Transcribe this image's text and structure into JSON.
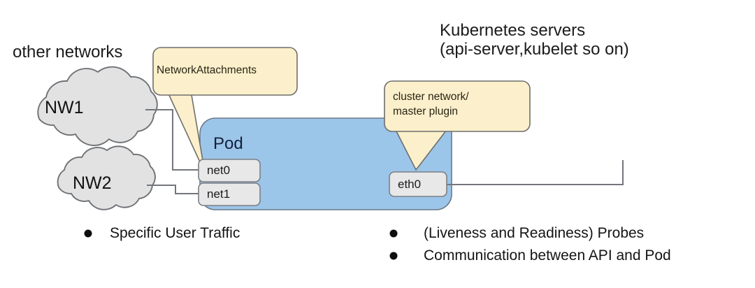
{
  "diagram": {
    "title_block": {
      "line1": "Kubernetes servers",
      "line2": "(api-server,kubelet so on)"
    },
    "left_label": "other networks",
    "clouds": [
      {
        "name": "NW1"
      },
      {
        "name": "NW2"
      }
    ],
    "callouts": [
      {
        "name": "network-attachments",
        "text": "NetworkAttachments",
        "fill": "#fbf0cb",
        "stroke": "#6e6e6e"
      },
      {
        "name": "cluster-network",
        "line1": "cluster network/",
        "line2": "master plugin",
        "fill": "#fbf0cb",
        "stroke": "#6e6e6e"
      }
    ],
    "pod": {
      "label": "Pod",
      "fill": "#9cc5ea",
      "stroke": "#6d7b88",
      "interfaces": [
        {
          "label": "net0"
        },
        {
          "label": "net1"
        },
        {
          "label": "eth0"
        }
      ]
    },
    "bullets_left": [
      "Specific User Traffic"
    ],
    "bullets_right": [
      "(Liveness and Readiness) Probes",
      "Communication between API and Pod"
    ],
    "colors": {
      "cloud_fill": "#e2e2e2",
      "cloud_stroke": "#6f7276",
      "iface_fill": "#e8e8e8",
      "iface_stroke": "#7c7f84",
      "connector": "#73767b",
      "pod_fill": "#9cc5ea",
      "callout_fill": "#fbf0cb"
    }
  }
}
